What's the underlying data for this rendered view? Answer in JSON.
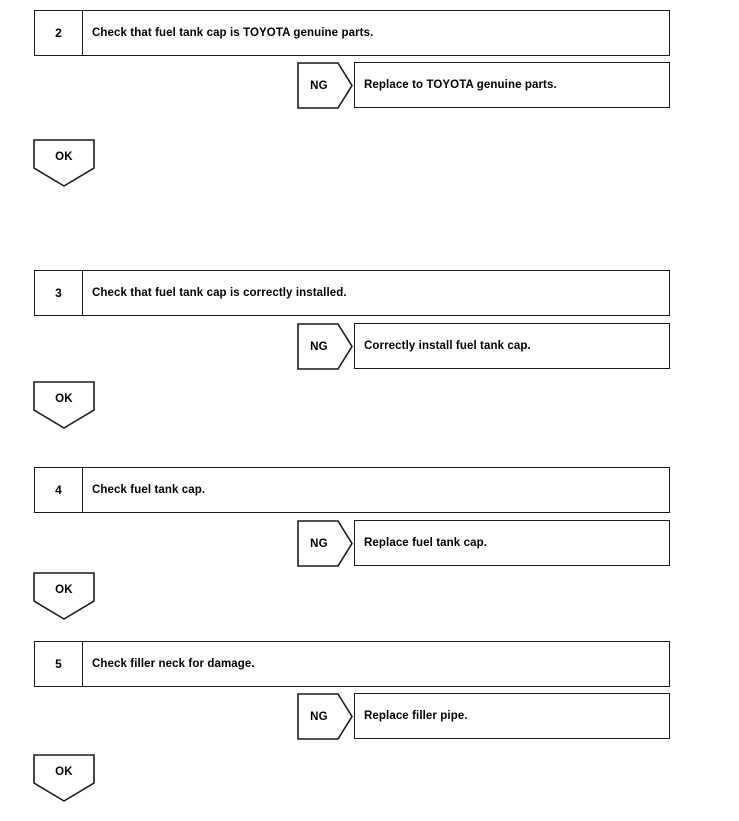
{
  "document": {
    "type": "troubleshooting-flowchart",
    "stroke_color": "#1a1a1a",
    "background_color": "#ffffff",
    "ok_label": "OK",
    "ng_label": "NG"
  },
  "steps": [
    {
      "number": "2",
      "check_text": "Check that fuel tank cap is TOYOTA genuine parts.",
      "ng_label": "NG",
      "ng_action": "Replace to TOYOTA genuine parts.",
      "ok_label": "OK"
    },
    {
      "number": "3",
      "check_text": "Check that fuel tank cap is correctly installed.",
      "ng_label": "NG",
      "ng_action": "Correctly install fuel tank cap.",
      "ok_label": "OK"
    },
    {
      "number": "4",
      "check_text": "Check fuel tank cap.",
      "ng_label": "NG",
      "ng_action": "Replace fuel tank cap.",
      "ok_label": "OK"
    },
    {
      "number": "5",
      "check_text": "Check filler neck for damage.",
      "ng_label": "NG",
      "ng_action": "Replace filler pipe.",
      "ok_label": "OK"
    }
  ]
}
